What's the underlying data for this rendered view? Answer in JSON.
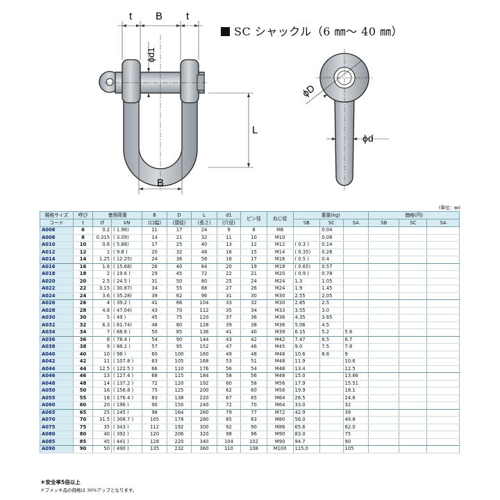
{
  "title": "SC シャックル（6 ㎜～ 40 ㎜）",
  "drawing_labels": {
    "t": "t",
    "B": "B",
    "d1": "ϕd1",
    "L": "L",
    "D": "ϕD",
    "d": "ϕd"
  },
  "unit_note": "(単位：㎜)",
  "table": {
    "headers": {
      "size_code_1": "規格サイズ",
      "size_code_2": "コード",
      "yobi_1": "呼び",
      "yobi_2": "t",
      "load": "使用荷重",
      "tf": "tf",
      "kn": "kN",
      "B_1": "B",
      "B_2": "(口幅)",
      "D_1": "D",
      "D_2": "(頭径)",
      "L_1": "L",
      "L_2": "(長さ)",
      "d1_1": "d1",
      "d1_2": "(穴径)",
      "pin": "ピン径",
      "screw": "ねじ径",
      "weight": "重量(kg)",
      "price": "価格(円)",
      "SB": "SB",
      "SC": "SC",
      "SA": "SA"
    },
    "rows": [
      [
        "A006",
        "6",
        "0.2",
        "( 1.96)",
        "11",
        "17",
        "24",
        "9",
        "8",
        "M8",
        "",
        "0.04",
        ""
      ],
      [
        "A008",
        "8",
        "0.315",
        "( 3.09)",
        "14",
        "21",
        "32",
        "11",
        "10",
        "M10",
        "",
        "0.08",
        ""
      ],
      [
        "A010",
        "10",
        "0.6",
        "( 5.88)",
        "17",
        "25",
        "40",
        "13",
        "12",
        "M12",
        "( 0.3 )",
        "0.14",
        ""
      ],
      [
        "A012",
        "12",
        "1",
        "( 9.8 )",
        "20",
        "32",
        "48",
        "16",
        "15",
        "M14",
        "( 0.35)",
        "0.28",
        ""
      ],
      [
        "A014",
        "14",
        "1.25",
        "( 12.25)",
        "24",
        "36",
        "56",
        "18",
        "17",
        "M16",
        "( 0.5 )",
        "0.4",
        ""
      ],
      [
        "A016",
        "16",
        "1.6",
        "( 15.68)",
        "26",
        "40",
        "64",
        "20",
        "19",
        "M18",
        "( 0.65)",
        "0.57",
        ""
      ],
      [
        "A018",
        "18",
        "2",
        "( 19.6 )",
        "29",
        "45",
        "72",
        "22",
        "21",
        "M20",
        "( 0.9 )",
        "0.78",
        ""
      ],
      [
        "A020",
        "20",
        "2.5",
        "( 24.5 )",
        "31",
        "50",
        "80",
        "25",
        "24",
        "M24",
        "1.3",
        "1.05",
        ""
      ],
      [
        "A022",
        "22",
        "3.15",
        "( 30.87)",
        "34",
        "55",
        "88",
        "27",
        "26",
        "M24",
        "1.9",
        "1.45",
        ""
      ],
      [
        "A024",
        "24",
        "3.6",
        "( 35.28)",
        "39",
        "62",
        "96",
        "31",
        "30",
        "M30",
        "2.55",
        "2.05",
        ""
      ],
      [
        "A026",
        "26",
        "4",
        "( 39.2 )",
        "41",
        "66",
        "104",
        "33",
        "32",
        "M30",
        "2.85",
        "2.5",
        ""
      ],
      [
        "A028",
        "28",
        "4.8",
        "( 47.04)",
        "43",
        "70",
        "112",
        "35",
        "34",
        "M33",
        "3.55",
        "3.0",
        ""
      ],
      [
        "A030",
        "30",
        "5",
        "( 49 )",
        "45",
        "75",
        "120",
        "37",
        "36",
        "M36",
        "4.35",
        "3.65",
        ""
      ],
      [
        "A032",
        "32",
        "6.3",
        "( 61.74)",
        "48",
        "80",
        "128",
        "39",
        "38",
        "M36",
        "5.06",
        "4.5",
        ""
      ],
      [
        "A034",
        "34",
        "7",
        "( 68.6 )",
        "50",
        "85",
        "136",
        "41",
        "40",
        "M39",
        "6.15",
        "5.2",
        "5.6"
      ],
      [
        "A036",
        "36",
        "8",
        "( 78.4 )",
        "54",
        "90",
        "144",
        "43",
        "42",
        "M42",
        "7.47",
        "6.5",
        "6.7"
      ],
      [
        "A038",
        "38",
        "9",
        "( 88.2 )",
        "57",
        "95",
        "152",
        "47",
        "46",
        "M45",
        "9.0",
        "7.5",
        "7.8"
      ],
      [
        "A040",
        "40",
        "10",
        "( 98 )",
        "60",
        "100",
        "160",
        "49",
        "48",
        "M48",
        "10.6",
        "8.8",
        "9"
      ],
      [
        "A042",
        "42",
        "11",
        "( 107.8 )",
        "63",
        "105",
        "168",
        "53",
        "51",
        "M48",
        "11.9",
        "",
        "10.6"
      ],
      [
        "A044",
        "44",
        "12.5",
        "( 122.5 )",
        "66",
        "110",
        "176",
        "56",
        "54",
        "M48",
        "13.4",
        "",
        "12.5"
      ],
      [
        "A046",
        "46",
        "13",
        "( 127.4 )",
        "68",
        "115",
        "184",
        "58",
        "56",
        "M48",
        "15.0",
        "",
        "13.66"
      ],
      [
        "A048",
        "48",
        "14",
        "( 137.2 )",
        "72",
        "120",
        "192",
        "60",
        "58",
        "M56",
        "17.9",
        "",
        "15.51"
      ],
      [
        "A050",
        "50",
        "16",
        "( 156.8 )",
        "75",
        "125",
        "200",
        "62",
        "60",
        "M56",
        "19.9",
        "",
        "18.1"
      ],
      [
        "A055",
        "55",
        "18",
        "( 176.4 )",
        "83",
        "138",
        "220",
        "67",
        "65",
        "M64",
        "26.5",
        "",
        "24.6"
      ],
      [
        "A060",
        "60",
        "20",
        "( 196 )",
        "90",
        "150",
        "240",
        "72",
        "70",
        "M64",
        "33.0",
        "",
        "32"
      ],
      [
        "A065",
        "65",
        "25",
        "( 245 )",
        "98",
        "164",
        "260",
        "79",
        "77",
        "M72",
        "42.9",
        "",
        "39"
      ],
      [
        "A070",
        "70",
        "31.5",
        "( 308.7 )",
        "105",
        "178",
        "280",
        "85",
        "83",
        "M80",
        "56.0",
        "",
        "49.8"
      ],
      [
        "A075",
        "75",
        "35",
        "( 343 )",
        "112",
        "192",
        "300",
        "92",
        "90",
        "M86",
        "65.6",
        "",
        "62.0"
      ],
      [
        "A080",
        "80",
        "40",
        "( 392 )",
        "120",
        "206",
        "320",
        "98",
        "96",
        "M90",
        "83.0",
        "",
        "75"
      ],
      [
        "A085",
        "85",
        "45",
        "( 441 )",
        "128",
        "220",
        "340",
        "104",
        "102",
        "M90",
        "94.7",
        "",
        "90"
      ],
      [
        "A090",
        "90",
        "50",
        "( 490 )",
        "135",
        "232",
        "360",
        "110",
        "108",
        "M100",
        "115.0",
        "",
        "105"
      ]
    ]
  },
  "notes": {
    "safety": "＊安全率5倍以上",
    "plating": "ドブメッキ品の価格は 30%アップとなります。"
  },
  "colors": {
    "header_bg": "#d6ecf2",
    "code_text": "#0b2a70",
    "part_fill": "#b8bec4"
  }
}
